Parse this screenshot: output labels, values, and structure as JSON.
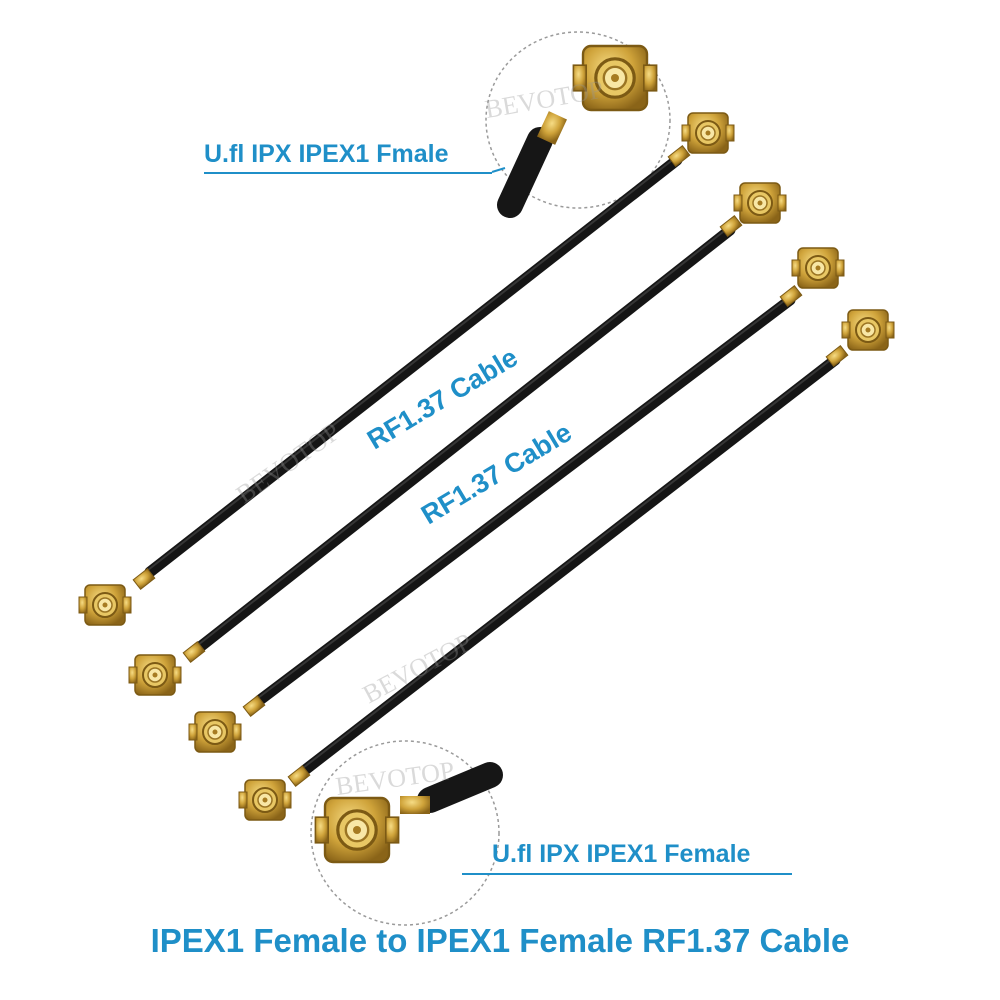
{
  "labels": {
    "top_connector": "U.fl IPX IPEX1 Fmale",
    "cable_label_1": "RF1.37 Cable",
    "cable_label_2": "RF1.37 Cable",
    "bottom_connector": "U.fl IPX IPEX1 Female",
    "caption": "IPEX1 Female to IPEX1 Female RF1.37 Cable"
  },
  "watermark": "BEVOTOP",
  "colors": {
    "label_blue": "#1f8fc8",
    "cable_black": "#1b1b1b",
    "connector_gold": "#c9a034",
    "background": "#ffffff"
  }
}
